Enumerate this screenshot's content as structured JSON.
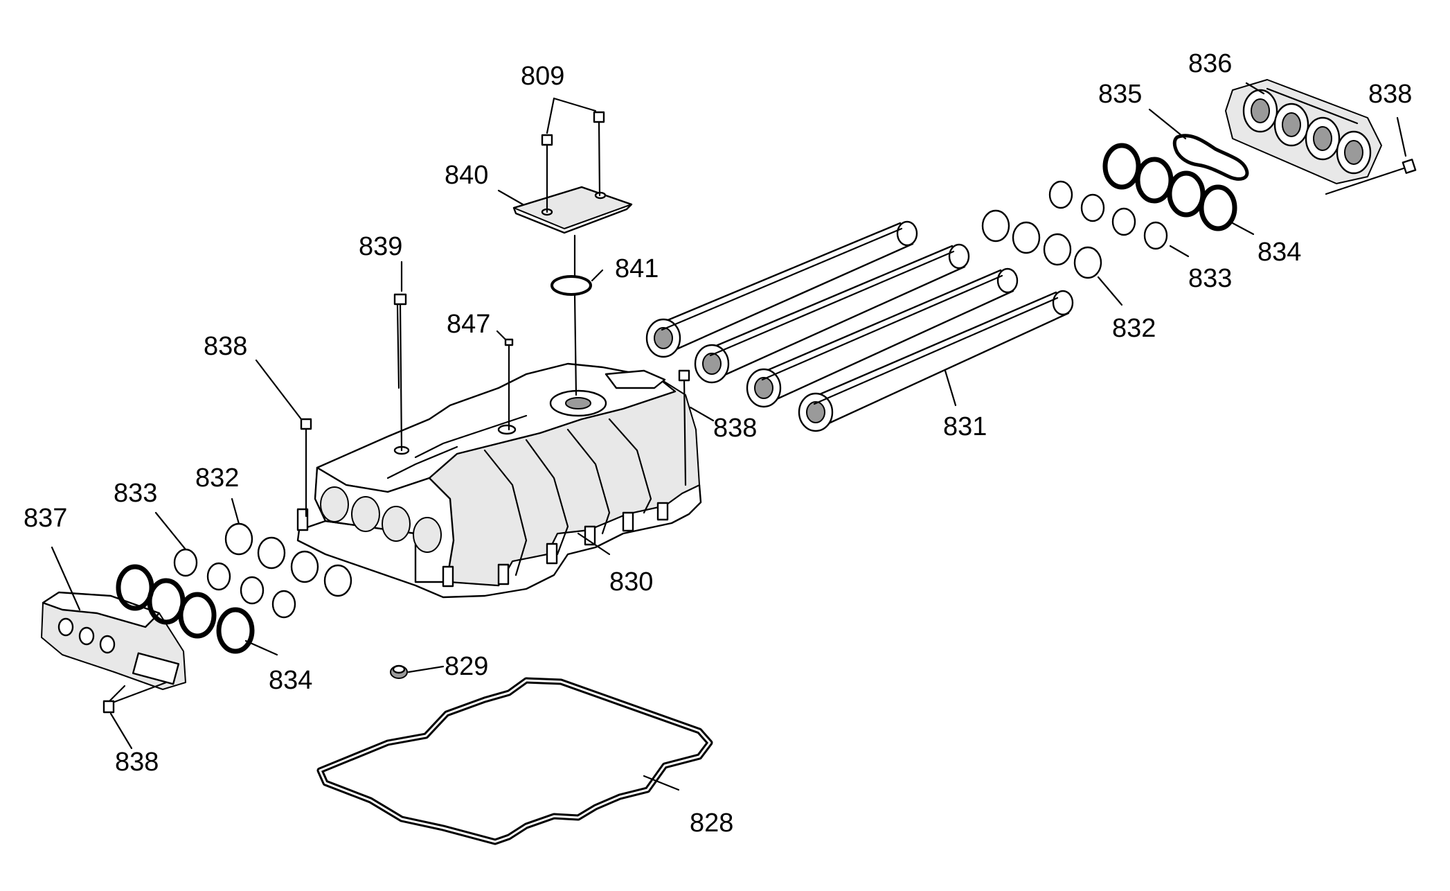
{
  "labels": {
    "l809": "809",
    "l840": "840",
    "l839": "839",
    "l841": "841",
    "l847": "847",
    "l838_left": "838",
    "l838_center": "838",
    "l838_right": "838",
    "l838_bottom": "838",
    "l836": "836",
    "l835": "835",
    "l834_right": "834",
    "l833_right": "833",
    "l832_right": "832",
    "l831": "831",
    "l830": "830",
    "l837": "837",
    "l833_left": "833",
    "l832_left": "832",
    "l834_left": "834",
    "l829": "829",
    "l828": "828"
  },
  "colors": {
    "line": "#000000",
    "background": "#ffffff",
    "shade": "#e8e8e8"
  }
}
